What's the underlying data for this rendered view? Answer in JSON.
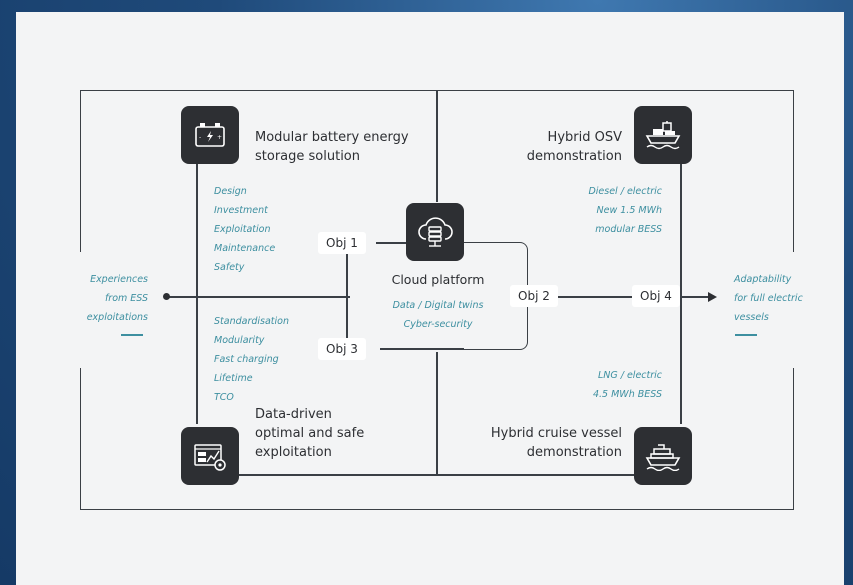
{
  "top_left": {
    "title_line1": "Modular battery energy",
    "title_line2": "storage solution",
    "items": [
      "Design",
      "Investment",
      "Exploitation",
      "Maintenance",
      "Safety"
    ]
  },
  "top_right": {
    "title_line1": "Hybrid OSV",
    "title_line2": "demonstration",
    "items": [
      "Diesel / electric",
      "New 1.5 MWh",
      "modular BESS"
    ]
  },
  "bottom_left": {
    "items": [
      "Standardisation",
      "Modularity",
      "Fast charging",
      "Lifetime",
      "TCO"
    ],
    "title_line1": "Data-driven",
    "title_line2": "optimal and safe",
    "title_line3": "exploitation"
  },
  "bottom_right": {
    "items": [
      "LNG / electric",
      "4.5 MWh BESS"
    ],
    "title_line1": "Hybrid cruise vessel",
    "title_line2": "demonstration"
  },
  "center": {
    "title": "Cloud platform",
    "line1": "Data  /  Digital twins",
    "line2": "Cyber-security"
  },
  "objectives": {
    "obj1": "Obj 1",
    "obj2": "Obj 2",
    "obj3": "Obj 3",
    "obj4": "Obj 4"
  },
  "left_input": {
    "line1": "Experiences",
    "line2": "from ESS",
    "line3": "exploitations"
  },
  "right_output": {
    "line1": "Adaptability",
    "line2": "for full electric",
    "line3": "vessels"
  },
  "colors": {
    "accent": "#3d8fa0",
    "dark": "#2d2f33",
    "background": "#1f4a7a",
    "panel": "#f3f4f5"
  },
  "icons": {
    "top_left": "battery-icon",
    "top_right": "offshore-vessel-icon",
    "bottom_left": "monitoring-dashboard-icon",
    "bottom_right": "cruise-ship-icon",
    "center": "cloud-database-icon"
  }
}
